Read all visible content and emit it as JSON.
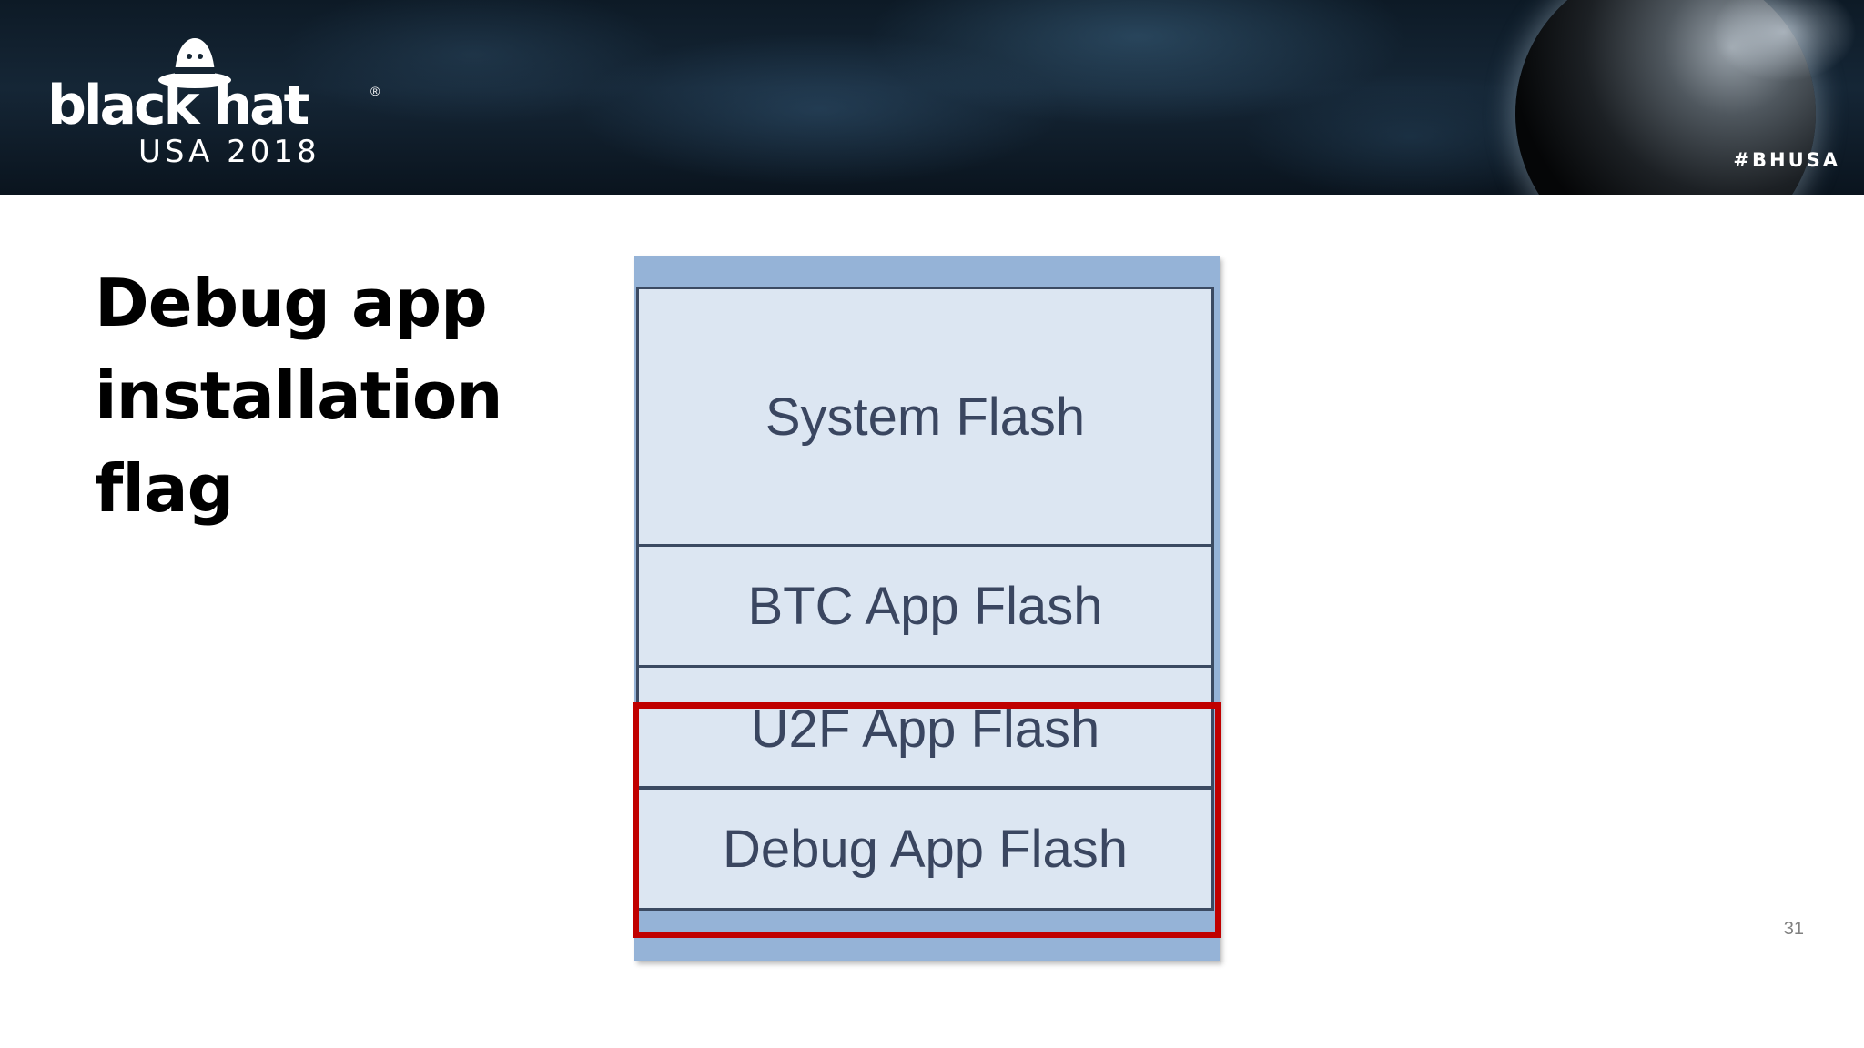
{
  "header": {
    "logo_wordmark": "black hat",
    "logo_registered": "®",
    "logo_event": "USA 2018",
    "hashtag": "#BHUSA"
  },
  "title": {
    "lines": [
      "Debug app",
      "installation",
      "flag"
    ]
  },
  "memory_map": {
    "regions": [
      {
        "label": "System Flash"
      },
      {
        "label": "BTC App Flash"
      },
      {
        "label": "U2F App Flash"
      },
      {
        "label": "Debug App Flash"
      }
    ],
    "highlight_color": "#c00000",
    "region_fill": "#dce6f2",
    "background_fill": "#95b3d7"
  },
  "page_number": "31"
}
